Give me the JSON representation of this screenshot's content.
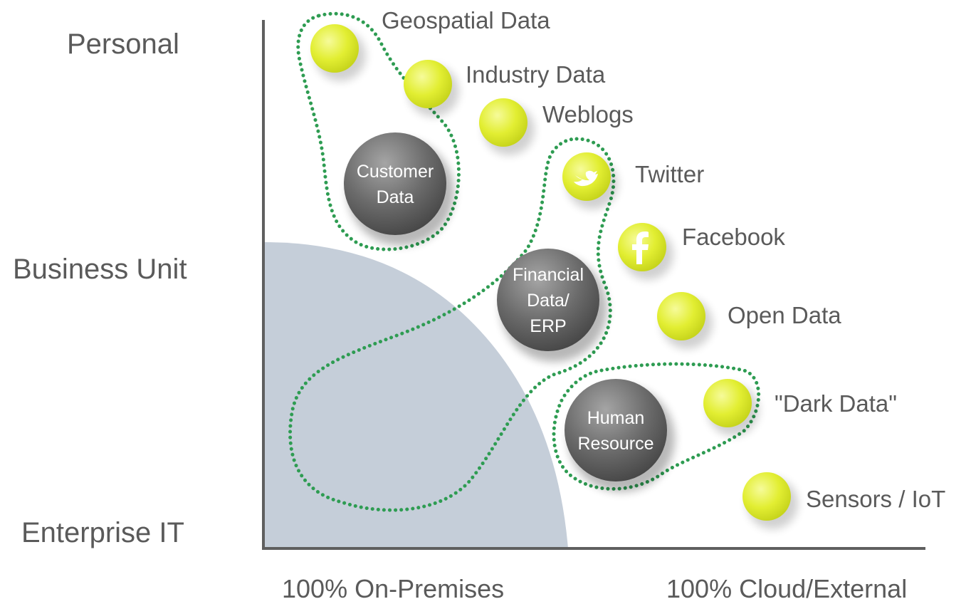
{
  "y_axis": {
    "top": "Personal",
    "middle": "Business Unit",
    "bottom": "Enterprise IT"
  },
  "x_axis": {
    "left": "100% On-Premises",
    "right": "100% Cloud/External"
  },
  "internal_sources": [
    {
      "line1": "Customer",
      "line2": "Data",
      "line3": ""
    },
    {
      "line1": "Financial",
      "line2": "Data/",
      "line3": "ERP"
    },
    {
      "line1": "Human",
      "line2": "Resource",
      "line3": ""
    }
  ],
  "external_sources": [
    {
      "label": "Geospatial Data",
      "icon": "dot-icon"
    },
    {
      "label": "Industry Data",
      "icon": "dot-icon"
    },
    {
      "label": "Weblogs",
      "icon": "dot-icon"
    },
    {
      "label": "Twitter",
      "icon": "twitter-icon"
    },
    {
      "label": "Facebook",
      "icon": "facebook-icon"
    },
    {
      "label": "Open Data",
      "icon": "dot-icon"
    },
    {
      "label": "\"Dark Data\"",
      "icon": "dot-icon"
    },
    {
      "label": "Sensors / IoT",
      "icon": "dot-icon"
    }
  ],
  "colors": {
    "axis": "#5f5f5f",
    "on_premises_region": "#c5ced9",
    "external_bubble": "#e2ee32",
    "internal_bubble": "#6b6b6b",
    "grouping_outline": "#2e9c52",
    "text": "#5a5a5a"
  }
}
